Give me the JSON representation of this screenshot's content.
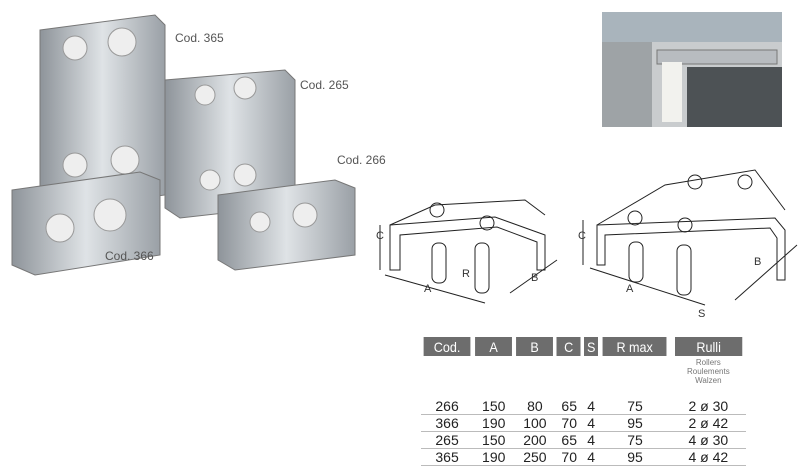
{
  "products": {
    "labels": [
      "Cod. 365",
      "Cod. 265",
      "Cod. 266",
      "Cod. 366"
    ]
  },
  "diagrams": {
    "small": {
      "C": "C",
      "A": "A",
      "R": "R",
      "B": "B"
    },
    "large": {
      "C": "C",
      "A": "A",
      "B": "B",
      "S": "S"
    }
  },
  "table": {
    "headers": [
      "Cod.",
      "A",
      "B",
      "C",
      "S",
      "R max",
      "Rulli"
    ],
    "rulli_translations": [
      "Rollers",
      "Roulements",
      "Walzen"
    ],
    "rows": [
      [
        "266",
        "150",
        "80",
        "65",
        "4",
        "75",
        "2 ø 30"
      ],
      [
        "366",
        "190",
        "100",
        "70",
        "4",
        "95",
        "2 ø 42"
      ],
      [
        "265",
        "150",
        "200",
        "65",
        "4",
        "75",
        "4 ø 30"
      ],
      [
        "365",
        "190",
        "250",
        "70",
        "4",
        "95",
        "4 ø 42"
      ]
    ]
  }
}
